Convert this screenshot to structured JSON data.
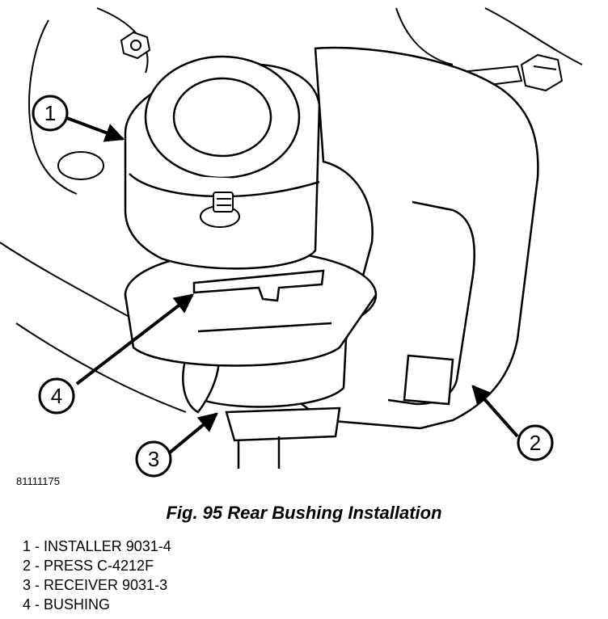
{
  "figure": {
    "id": "81111175",
    "caption": "Fig. 95 Rear Bushing Installation"
  },
  "callouts": [
    {
      "number": "1",
      "label": "INSTALLER 9031-4"
    },
    {
      "number": "2",
      "label": "PRESS C-4212F"
    },
    {
      "number": "3",
      "label": "RECEIVER 9031-3"
    },
    {
      "number": "4",
      "label": "BUSHING"
    }
  ],
  "legend": [
    "1 - INSTALLER 9031-4",
    "2 - PRESS C-4212F",
    "3 - RECEIVER 9031-3",
    "4 - BUSHING"
  ]
}
